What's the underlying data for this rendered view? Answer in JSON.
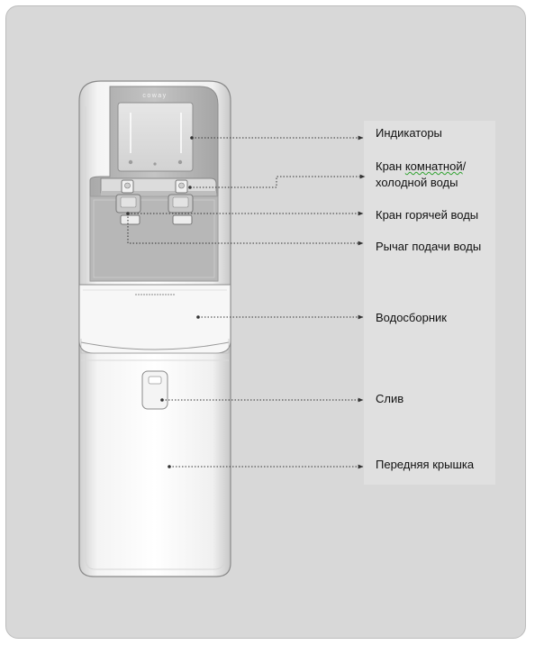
{
  "brand": "coway",
  "labels": {
    "indicators": "Индикаторы",
    "cold_tap_line1_a": "Кран ",
    "cold_tap_line1_b": "комнатной",
    "cold_tap_line1_c": "/",
    "cold_tap_line2": "холодной воды",
    "hot_tap": "Кран горячей воды",
    "lever": "Рычаг подачи воды",
    "drip_tray": "Водосборник",
    "drain": "Слив",
    "front_cover": "Передняя крышка"
  },
  "colors": {
    "panel": "#d8d8d8",
    "label_box": "#e0e0e0",
    "leader": "#333333",
    "spell_underline": "#2fa12f"
  }
}
